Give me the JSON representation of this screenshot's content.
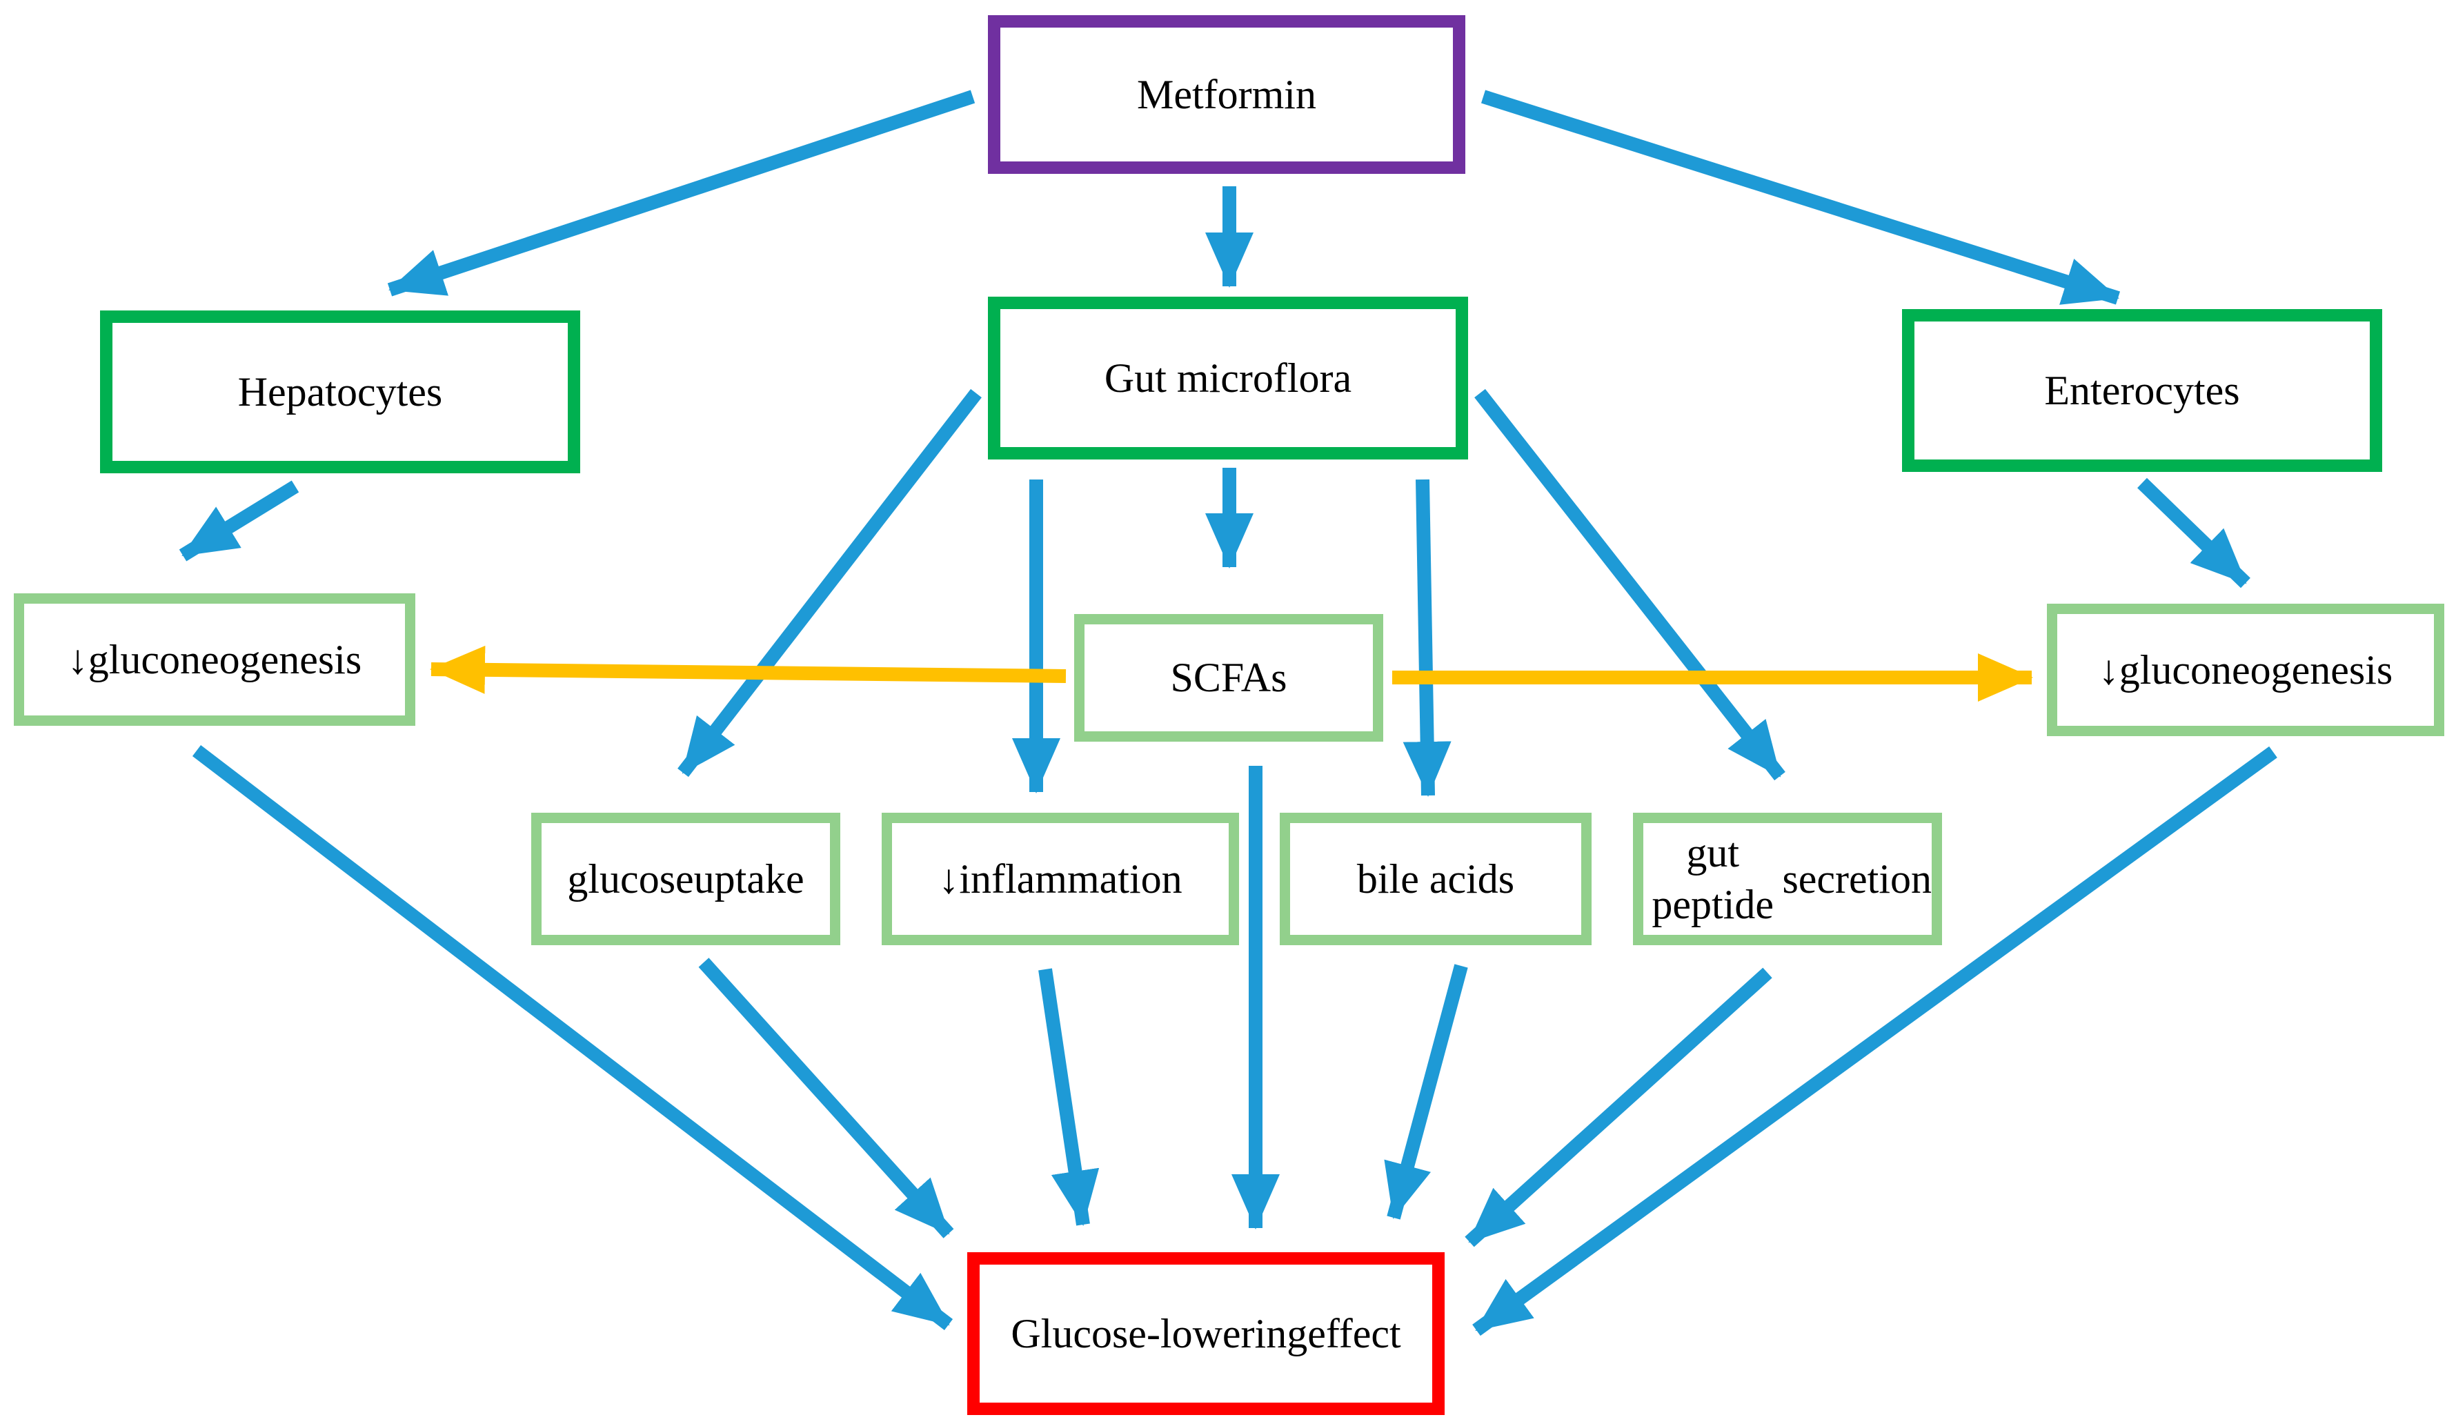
{
  "colors": {
    "drug_border": "#7030a0",
    "primary_border": "#00b050",
    "secondary_border": "#92d08c",
    "outcome_border": "#ff0000",
    "arrow_blue": "#1e9ad6",
    "arrow_orange": "#ffc000"
  },
  "nodes": {
    "metformin": {
      "text": "Metformin"
    },
    "hepatocytes": {
      "text": "Hepatocytes"
    },
    "gut_microflora": {
      "text": "Gut microflora"
    },
    "enterocytes": {
      "text": "Enterocytes"
    },
    "gluconeogenesis_left": {
      "text": "↓gluconeogenesis"
    },
    "scfas": {
      "text": "SCFAs"
    },
    "gluconeogenesis_right": {
      "text": "↓gluconeogenesis"
    },
    "glucose_uptake": {
      "line1": "glucose",
      "line2": "uptake"
    },
    "inflammation": {
      "text": "↓inflammation"
    },
    "bile_acids": {
      "text": "bile acids"
    },
    "gut_peptide_secretion": {
      "line1": "gut peptide",
      "line2": "secretion"
    },
    "glucose_lowering_effect": {
      "line1": "Glucose-lowering",
      "line2": "effect"
    }
  }
}
